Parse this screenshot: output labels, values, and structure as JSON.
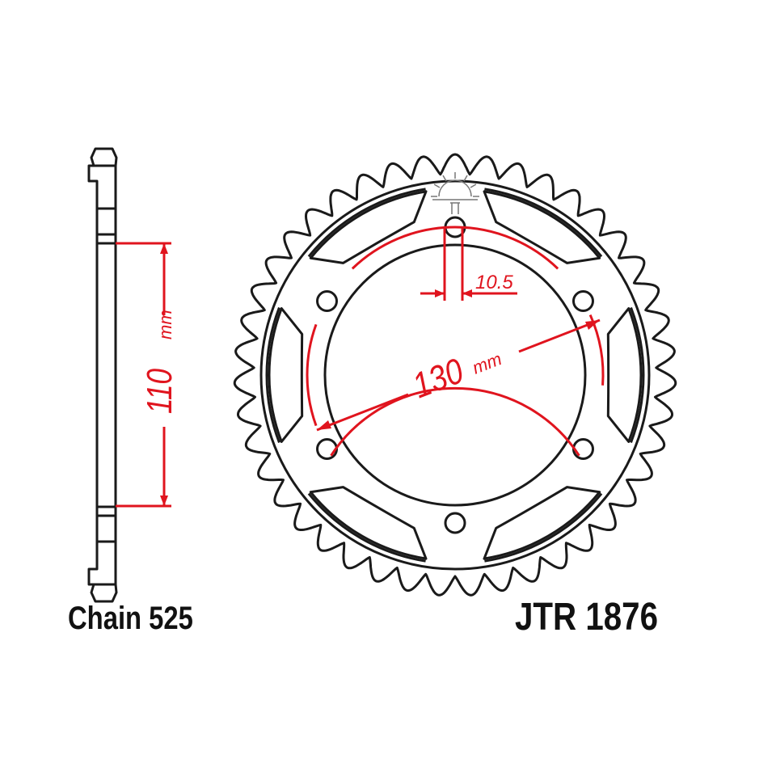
{
  "part_number": "JTR 1876",
  "chain_label": "Chain 525",
  "dimensions": {
    "offset_value": "110",
    "offset_unit": "mm",
    "pcd_value": "130",
    "pcd_unit": "mm",
    "bolt_hole": "10.5"
  },
  "colors": {
    "outline": "#1a1a1a",
    "dimension": "#e0141e"
  },
  "icons": [
    "sun-symbol-icon"
  ]
}
